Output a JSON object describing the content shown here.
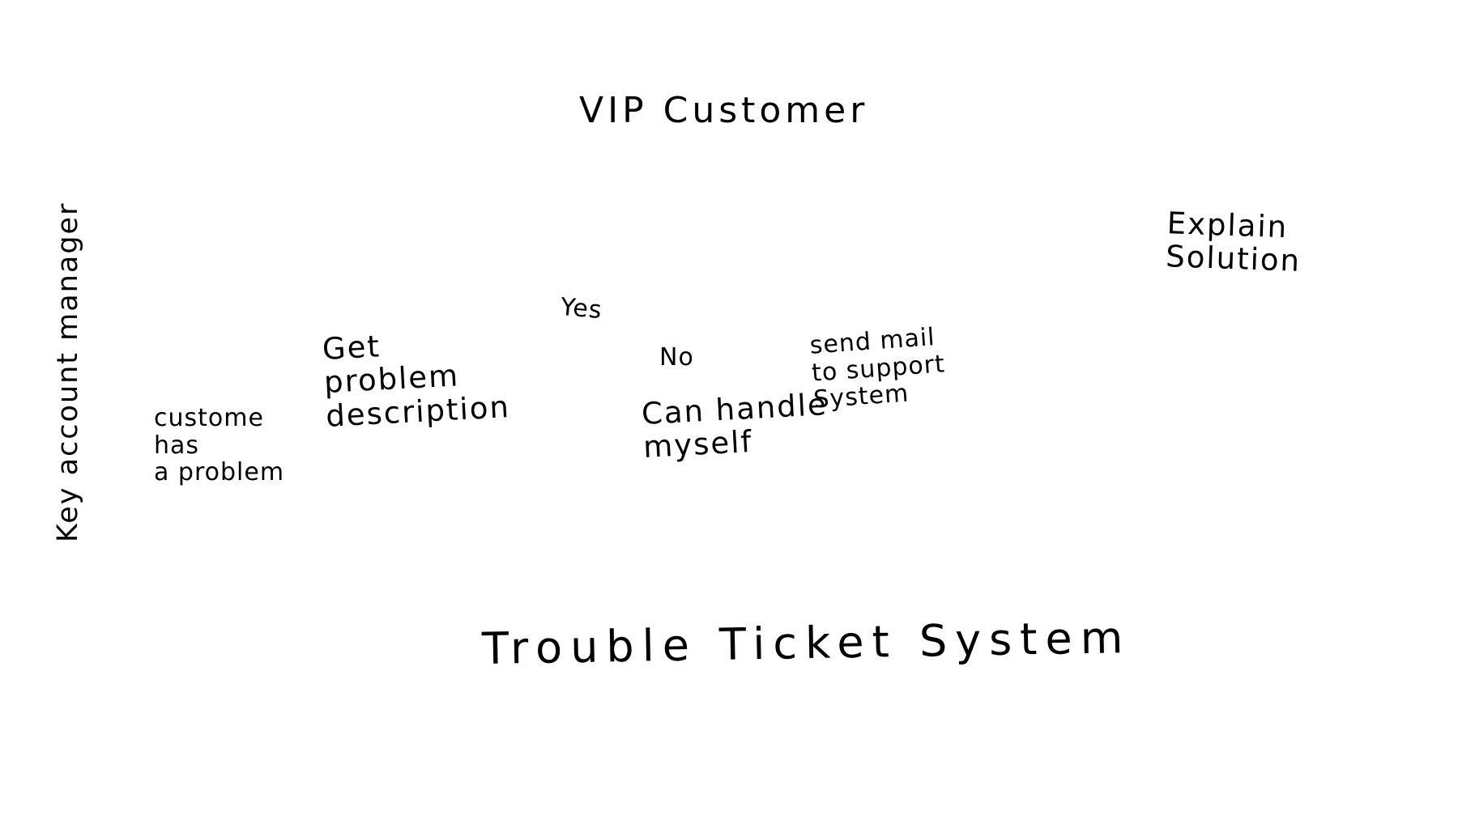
{
  "diagram": {
    "top_label": "VIP Customer",
    "bottom_label": "Trouble Ticket System",
    "side_label": "Key account manager",
    "notes": {
      "customer_problem": "custome\nhas\na problem",
      "get_description": "Get\nproblem\ndescription",
      "yes": "Yes",
      "no": "No",
      "handle_self": "Can handle\nmyself",
      "send_mail": "send mail\nto support\nSystem",
      "explain_solution": "Explain\nSolution"
    }
  }
}
